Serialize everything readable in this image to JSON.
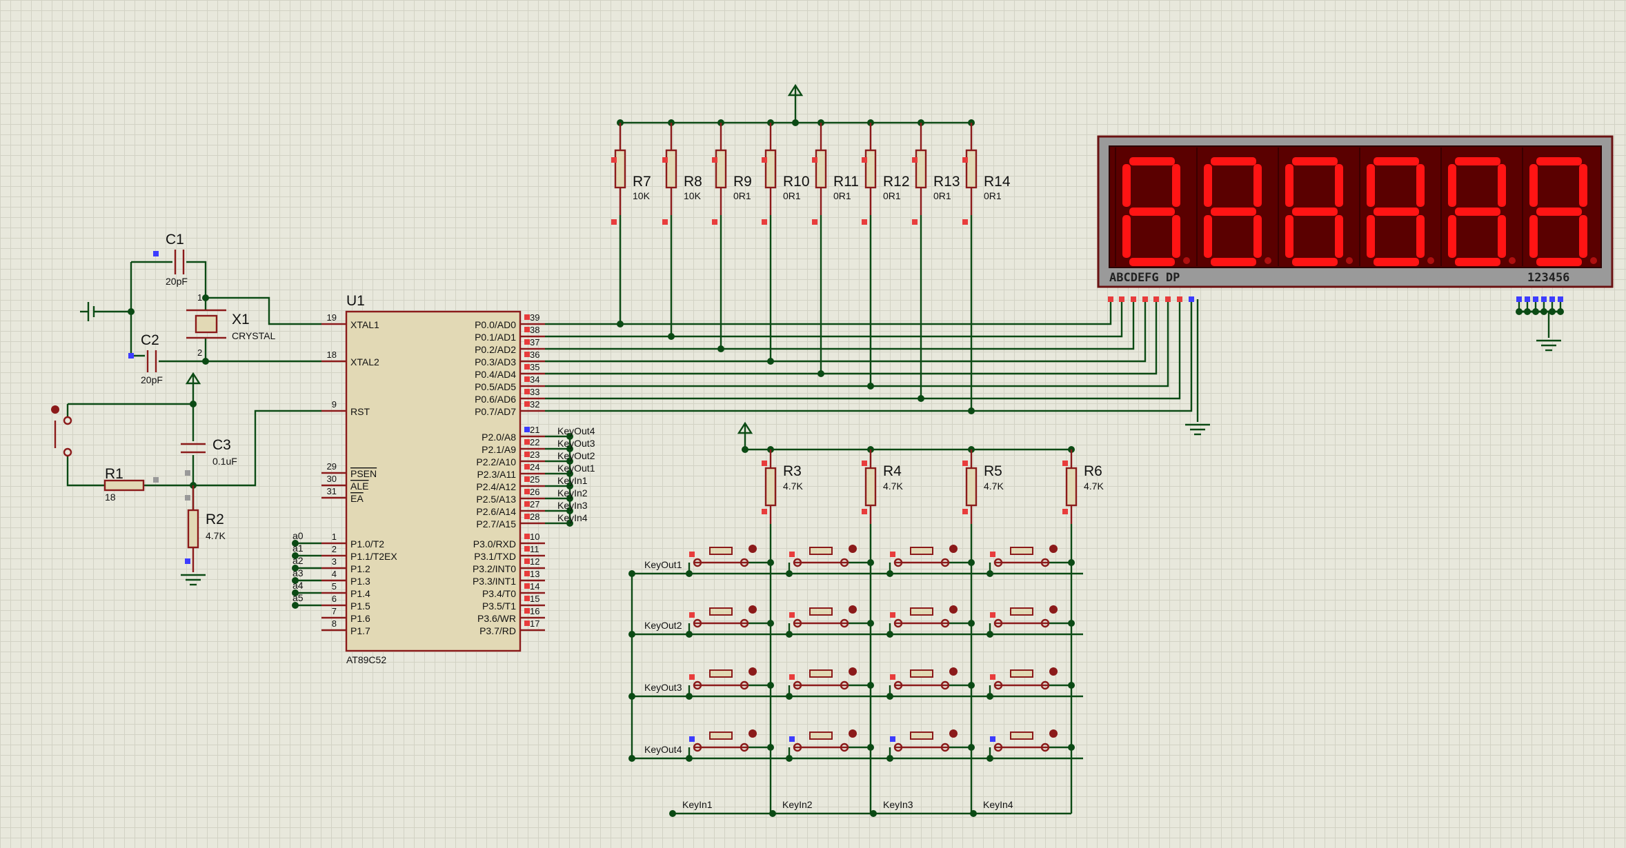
{
  "mcu": {
    "ref": "U1",
    "part": "AT89C52",
    "left_pins": [
      {
        "num": "19",
        "name": "XTAL1"
      },
      {
        "num": "18",
        "name": "XTAL2"
      },
      {
        "num": "9",
        "name": "RST"
      },
      {
        "num": "29",
        "name": "PSEN"
      },
      {
        "num": "30",
        "name": "ALE"
      },
      {
        "num": "31",
        "name": "EA"
      },
      {
        "num": "1",
        "name": "P1.0/T2",
        "net": "a0"
      },
      {
        "num": "2",
        "name": "P1.1/T2EX",
        "net": "a1"
      },
      {
        "num": "3",
        "name": "P1.2",
        "net": "a2"
      },
      {
        "num": "4",
        "name": "P1.3",
        "net": "a3"
      },
      {
        "num": "5",
        "name": "P1.4",
        "net": "a4"
      },
      {
        "num": "6",
        "name": "P1.5",
        "net": "a5"
      },
      {
        "num": "7",
        "name": "P1.6"
      },
      {
        "num": "8",
        "name": "P1.7"
      }
    ],
    "right_pins": [
      {
        "num": "39",
        "name": "P0.0/AD0"
      },
      {
        "num": "38",
        "name": "P0.1/AD1"
      },
      {
        "num": "37",
        "name": "P0.2/AD2"
      },
      {
        "num": "36",
        "name": "P0.3/AD3"
      },
      {
        "num": "35",
        "name": "P0.4/AD4"
      },
      {
        "num": "34",
        "name": "P0.5/AD5"
      },
      {
        "num": "33",
        "name": "P0.6/AD6"
      },
      {
        "num": "32",
        "name": "P0.7/AD7"
      },
      {
        "num": "21",
        "name": "P2.0/A8",
        "net": "KeyOut4"
      },
      {
        "num": "22",
        "name": "P2.1/A9",
        "net": "KeyOut3"
      },
      {
        "num": "23",
        "name": "P2.2/A10",
        "net": "KeyOut2"
      },
      {
        "num": "24",
        "name": "P2.3/A11",
        "net": "KeyOut1"
      },
      {
        "num": "25",
        "name": "P2.4/A12",
        "net": "KeyIn1"
      },
      {
        "num": "26",
        "name": "P2.5/A13",
        "net": "KeyIn2"
      },
      {
        "num": "27",
        "name": "P2.6/A14",
        "net": "KeyIn3"
      },
      {
        "num": "28",
        "name": "P2.7/A15",
        "net": "KeyIn4"
      },
      {
        "num": "10",
        "name": "P3.0/RXD"
      },
      {
        "num": "11",
        "name": "P3.1/TXD"
      },
      {
        "num": "12",
        "name": "P3.2/INT0"
      },
      {
        "num": "13",
        "name": "P3.3/INT1"
      },
      {
        "num": "14",
        "name": "P3.4/T0"
      },
      {
        "num": "15",
        "name": "P3.5/T1"
      },
      {
        "num": "16",
        "name": "P3.6/WR"
      },
      {
        "num": "17",
        "name": "P3.7/RD"
      }
    ]
  },
  "components": {
    "c1": {
      "ref": "C1",
      "value": "20pF"
    },
    "c2": {
      "ref": "C2",
      "value": "20pF"
    },
    "c3": {
      "ref": "C3",
      "value": "0.1uF"
    },
    "x1": {
      "ref": "X1",
      "value": "CRYSTAL"
    },
    "r1": {
      "ref": "R1",
      "value": "18"
    },
    "r2": {
      "ref": "R2",
      "value": "4.7K"
    },
    "xtal_pin1": "1",
    "xtal_pin2": "2"
  },
  "pullups_top": [
    {
      "ref": "R7",
      "value": "10K"
    },
    {
      "ref": "R8",
      "value": "10K"
    },
    {
      "ref": "R9",
      "value": "0R1"
    },
    {
      "ref": "R10",
      "value": "0R1"
    },
    {
      "ref": "R11",
      "value": "0R1"
    },
    {
      "ref": "R12",
      "value": "0R1"
    },
    {
      "ref": "R13",
      "value": "0R1"
    },
    {
      "ref": "R14",
      "value": "0R1"
    }
  ],
  "pullups_keypad": [
    {
      "ref": "R3",
      "value": "4.7K"
    },
    {
      "ref": "R4",
      "value": "4.7K"
    },
    {
      "ref": "R5",
      "value": "4.7K"
    },
    {
      "ref": "R6",
      "value": "4.7K"
    }
  ],
  "display": {
    "segment_label": "ABCDEFG DP",
    "digit_label": "123456",
    "digits": 6,
    "shown_digit": "8"
  },
  "keypad": {
    "rows": [
      "KeyOut1",
      "KeyOut2",
      "KeyOut3",
      "KeyOut4"
    ],
    "cols": [
      "KeyIn1",
      "KeyIn2",
      "KeyIn3",
      "KeyIn4"
    ]
  },
  "colors": {
    "wire": "#0b4a14",
    "component": "#8b1a1a",
    "chip_fill": "#e2d9b5",
    "segment_on": "#ff1414",
    "background": "#e8e8dc"
  }
}
